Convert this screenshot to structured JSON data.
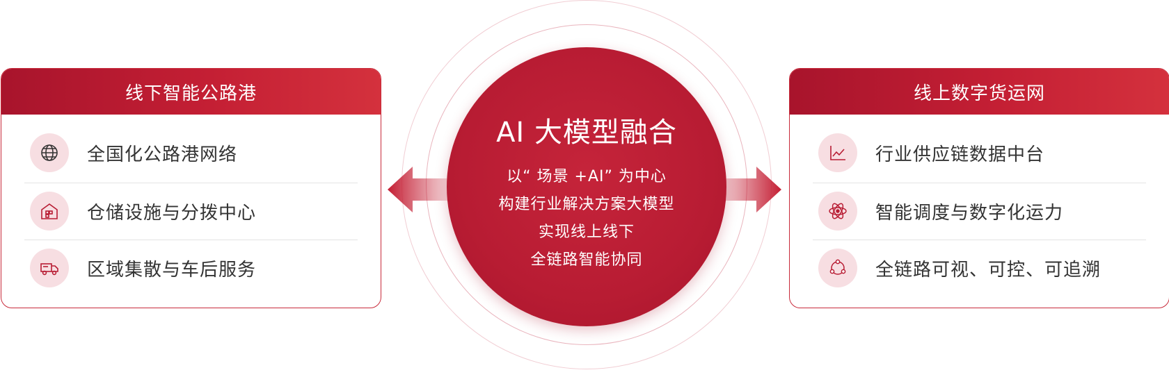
{
  "left_card": {
    "title": "线下智能公路港",
    "items": [
      {
        "label": "全国化公路港网络",
        "icon": "globe-icon"
      },
      {
        "label": "仓储设施与分拨中心",
        "icon": "warehouse-icon"
      },
      {
        "label": "区域集散与车后服务",
        "icon": "truck-icon"
      }
    ]
  },
  "right_card": {
    "title": "线上数字货运网",
    "items": [
      {
        "label": "行业供应链数据中台",
        "icon": "line-chart-icon"
      },
      {
        "label": "智能调度与数字化运力",
        "icon": "atom-icon"
      },
      {
        "label": "全链路可视、可控、可追溯",
        "icon": "network-nodes-icon"
      }
    ]
  },
  "center": {
    "title": "AI 大模型融合",
    "lines": [
      "以“ 场景 +AI” 为中心",
      "构建行业解决方案大模型",
      "实现线上线下",
      "全链路智能协同"
    ]
  },
  "colors": {
    "accent": "#c41f34",
    "accent_dark": "#a8142c",
    "icon_bg": "#f7dee2",
    "text": "#333333"
  }
}
